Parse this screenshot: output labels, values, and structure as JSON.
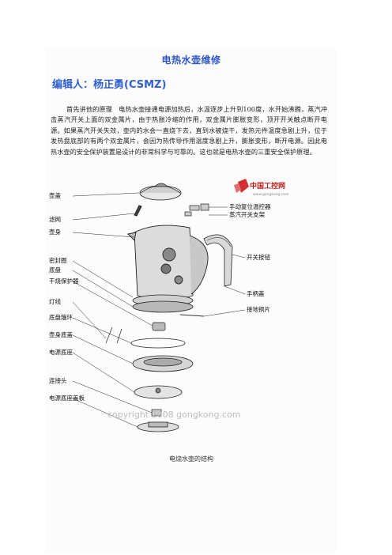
{
  "doc": {
    "title": "电热水壶维修",
    "author": "编辑人：杨正勇(CSMZ)",
    "paragraph": "首先讲他的原理　电热水壶接通电源加热后，水温逐步上升到100度，水开始沸腾，蒸汽冲击蒸汽开关上面的双金属片，由于热胀冷缩的作用，双金属片膨胀变形，顶开开关触点断开电源。如果蒸汽开关失效，壶内的水会一直烧下去，直到水被烧干，发热元件温度急剧上升，位于发热盘底部的有两个双金属片，会因为热传导作用温度急剧上升，膨胀变形，断开电源。因此电热水壶的安全保护装置是设计的非常科学与可靠的。这也就是电热水壶的三重安全保护原理。",
    "caption": "电烧水壶的结构"
  },
  "figure": {
    "logo_text": "中国工控网",
    "logo_url": "www.gongkong.com",
    "watermark": "copyright 2008 gongkong.com",
    "labels_left": [
      "壶盖",
      "滤网",
      "壶身",
      "密封圈",
      "底盘",
      "干烧保护器",
      "灯线",
      "底盘箍环",
      "壶身底盖",
      "电源底座",
      "连接头",
      "电源底座盖板"
    ],
    "labels_right": [
      "手动复位温控器",
      "蒸汽开关支架",
      "开关按钮",
      "手柄盖",
      "接地铜片"
    ]
  }
}
